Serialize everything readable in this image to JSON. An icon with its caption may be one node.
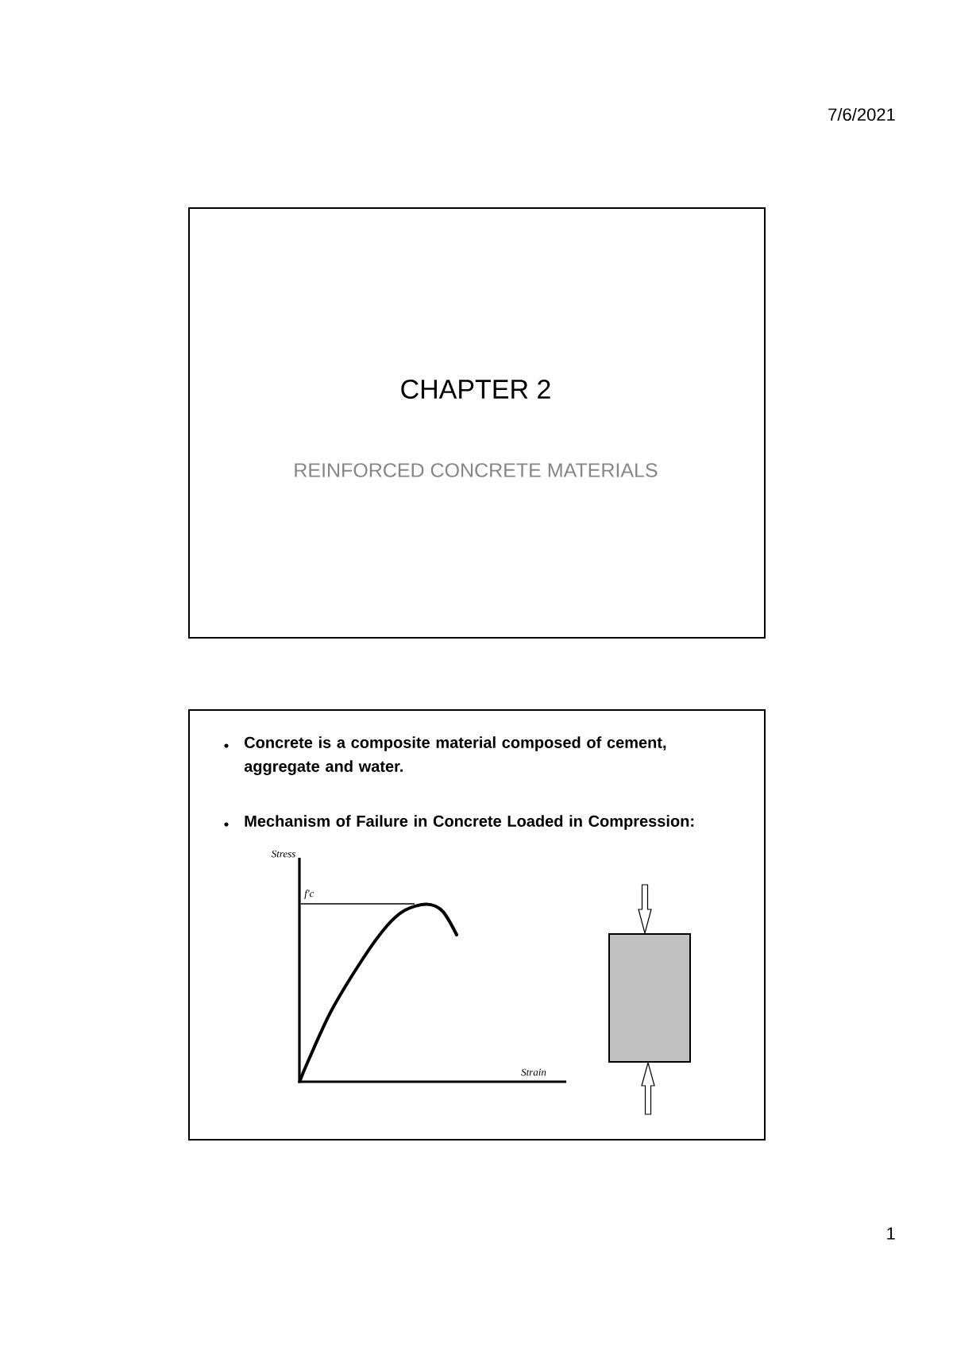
{
  "diagram": {
    "nodes": [
      {
        "text": [
          "CHAPTER 2",
          "REINFORCED CONCRETE MATERIALS"
        ]
      },
      {
        "text": [
          "Concrete is a composite material composed of cement, aggregate and water.",
          "Mechanism of Failure in Concrete Loaded in Compression:"
        ]
      },
      {
        "text": [],
        "shape": "box",
        "in": 1
      }
    ],
    "labels": [
      "7/6/2021",
      "Stress",
      "f'c",
      "Strain",
      "1"
    ]
  }
}
